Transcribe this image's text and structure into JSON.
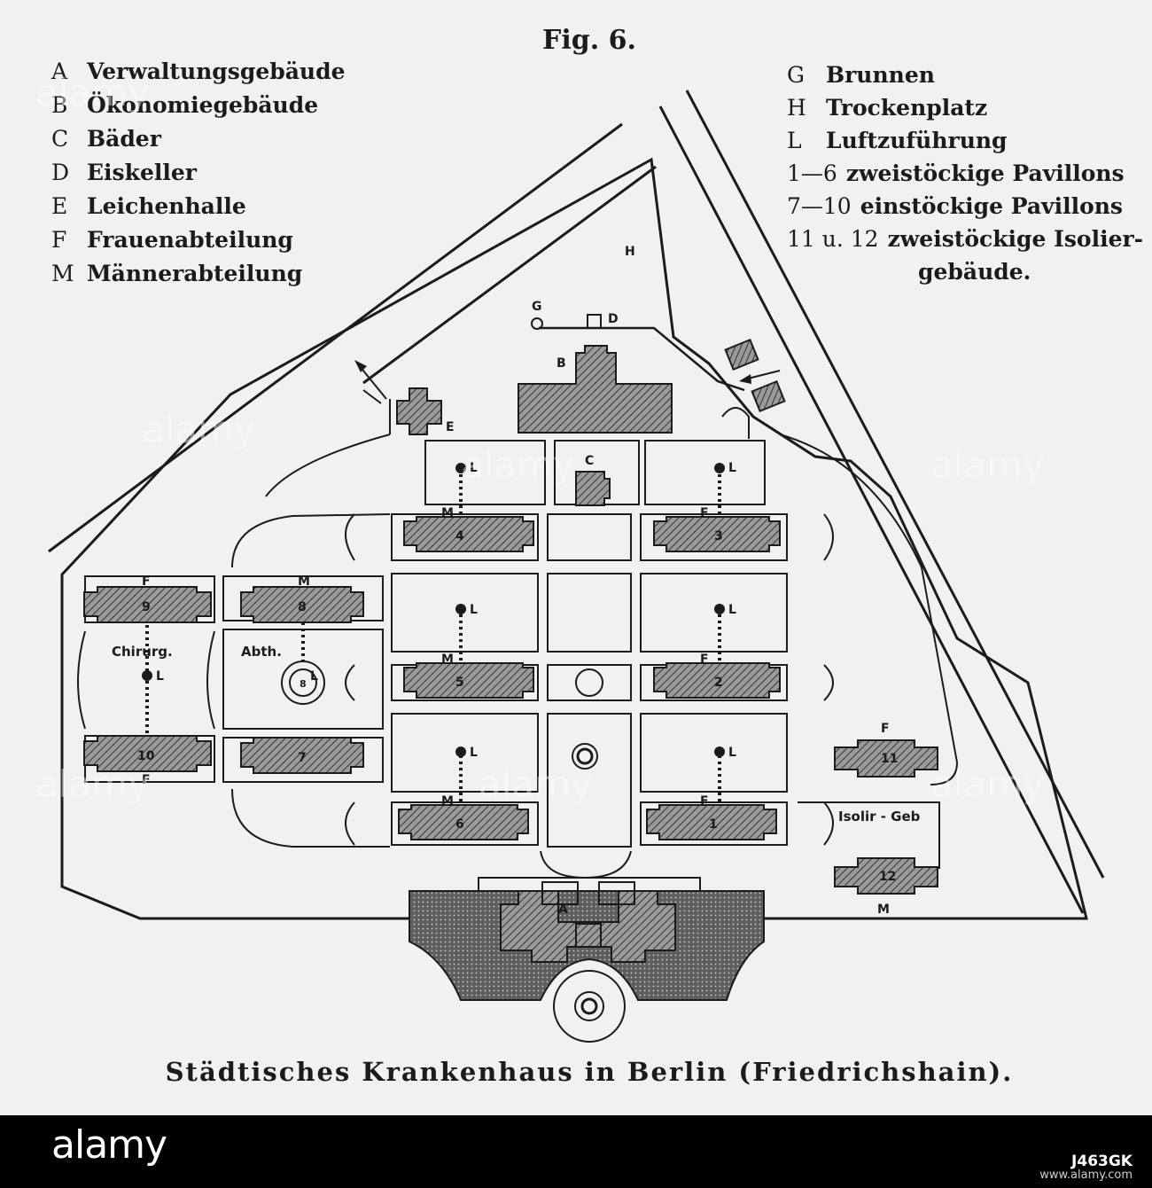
{
  "figure_title": "Fig. 6.",
  "legend_left": [
    {
      "key": "A",
      "label": "Verwaltungsgebäude"
    },
    {
      "key": "B",
      "label": "Ökonomiegebäude"
    },
    {
      "key": "C",
      "label": "Bäder"
    },
    {
      "key": "D",
      "label": "Eiskeller"
    },
    {
      "key": "E",
      "label": "Leichenhalle"
    },
    {
      "key": "F",
      "label": "Frauenabteilung"
    },
    {
      "key": "M",
      "label": "Männerabteilung"
    }
  ],
  "legend_right": [
    {
      "key": "G",
      "label": "Brunnen"
    },
    {
      "key": "H",
      "label": "Trockenplatz"
    },
    {
      "key": "L",
      "label": "Luftzuführung"
    },
    {
      "key": "1—6",
      "label": "zweistöckige Pavillons"
    },
    {
      "key": "7—10",
      "label": "einstöckige Pavillons"
    },
    {
      "key": "11 u. 12",
      "label": "zweistöckige Isolier-"
    },
    {
      "key": "",
      "label": "gebäude."
    }
  ],
  "map_labels": {
    "a": "A",
    "b": "B",
    "c": "C",
    "d": "D",
    "e": "E",
    "g": "G",
    "h": "H",
    "f": "F",
    "m": "M",
    "l": "L",
    "p1": "1",
    "p2": "2",
    "p3": "3",
    "p4": "4",
    "p5": "5",
    "p6": "6",
    "p7": "7",
    "p8": "8",
    "p9": "9",
    "p10": "10",
    "p11": "11",
    "p12": "12",
    "chirurg": "Chirurg.",
    "abth": "Abth.",
    "isolir": "Isolir - Geb"
  },
  "caption": "Städtisches Krankenhaus in Berlin (Friedrichshain).",
  "footer": {
    "logo": "alamy",
    "image_id": "J463GK",
    "url": "www.alamy.com"
  },
  "watermark": "alamy",
  "colors": {
    "paper": "#f1f1ef",
    "ink": "#1b1b1b",
    "building_fill": "#8a8a8a",
    "footer": "#000000"
  }
}
